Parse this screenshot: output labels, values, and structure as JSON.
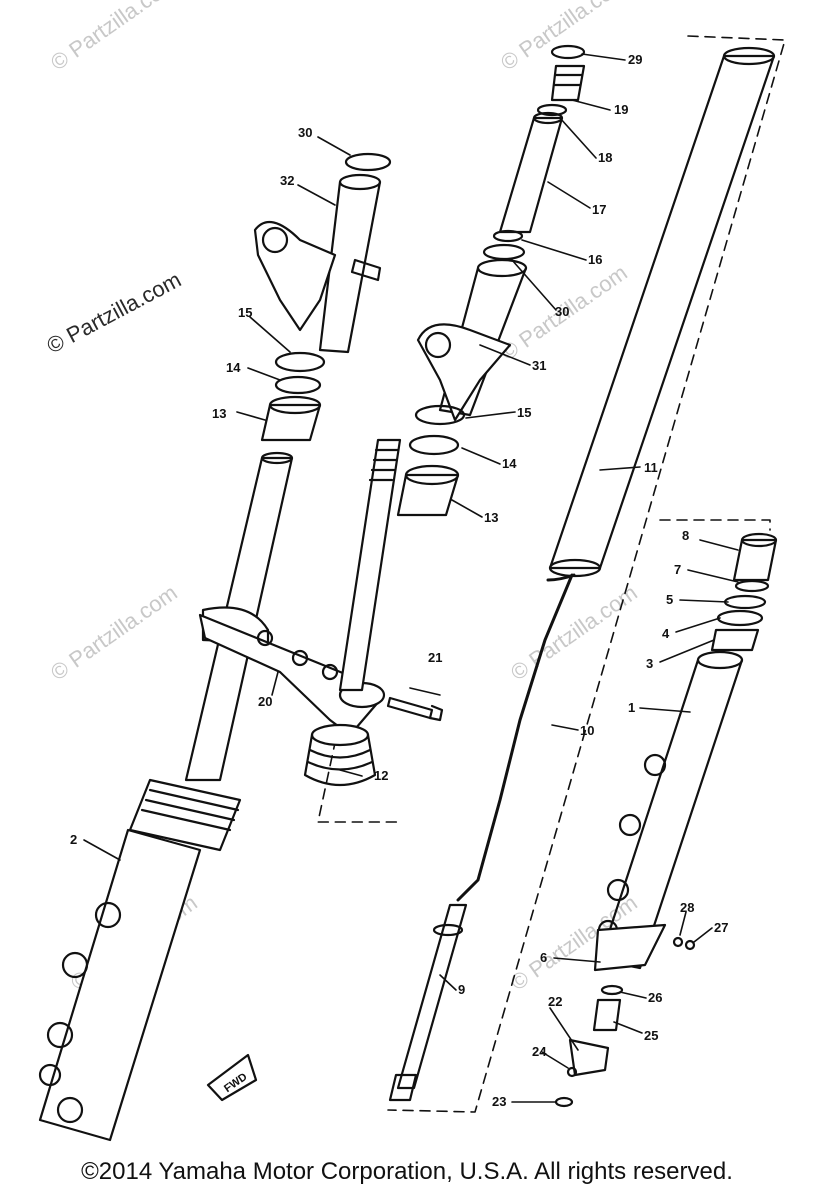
{
  "watermark": {
    "main": "© Partzilla.com",
    "faint": "© Partzilla.com"
  },
  "fwd_label": "FWD",
  "callouts": [
    {
      "id": "c1",
      "text": "1"
    },
    {
      "id": "c2",
      "text": "2"
    },
    {
      "id": "c3",
      "text": "3"
    },
    {
      "id": "c4",
      "text": "4"
    },
    {
      "id": "c5",
      "text": "5"
    },
    {
      "id": "c6",
      "text": "6"
    },
    {
      "id": "c7",
      "text": "7"
    },
    {
      "id": "c8",
      "text": "8"
    },
    {
      "id": "c9",
      "text": "9"
    },
    {
      "id": "c10",
      "text": "10"
    },
    {
      "id": "c11",
      "text": "11"
    },
    {
      "id": "c12",
      "text": "12"
    },
    {
      "id": "c13a",
      "text": "13"
    },
    {
      "id": "c13b",
      "text": "13"
    },
    {
      "id": "c14a",
      "text": "14"
    },
    {
      "id": "c14b",
      "text": "14"
    },
    {
      "id": "c15a",
      "text": "15"
    },
    {
      "id": "c15b",
      "text": "15"
    },
    {
      "id": "c16",
      "text": "16"
    },
    {
      "id": "c17",
      "text": "17"
    },
    {
      "id": "c18",
      "text": "18"
    },
    {
      "id": "c19",
      "text": "19"
    },
    {
      "id": "c20",
      "text": "20"
    },
    {
      "id": "c21",
      "text": "21"
    },
    {
      "id": "c22",
      "text": "22"
    },
    {
      "id": "c23",
      "text": "23"
    },
    {
      "id": "c24",
      "text": "24"
    },
    {
      "id": "c25",
      "text": "25"
    },
    {
      "id": "c26",
      "text": "26"
    },
    {
      "id": "c27",
      "text": "27"
    },
    {
      "id": "c28",
      "text": "28"
    },
    {
      "id": "c29",
      "text": "29"
    },
    {
      "id": "c30a",
      "text": "30"
    },
    {
      "id": "c30b",
      "text": "30"
    },
    {
      "id": "c31",
      "text": "31"
    },
    {
      "id": "c32",
      "text": "32"
    }
  ],
  "copyright": "©2014 Yamaha Motor Corporation, U.S.A. All rights reserved."
}
